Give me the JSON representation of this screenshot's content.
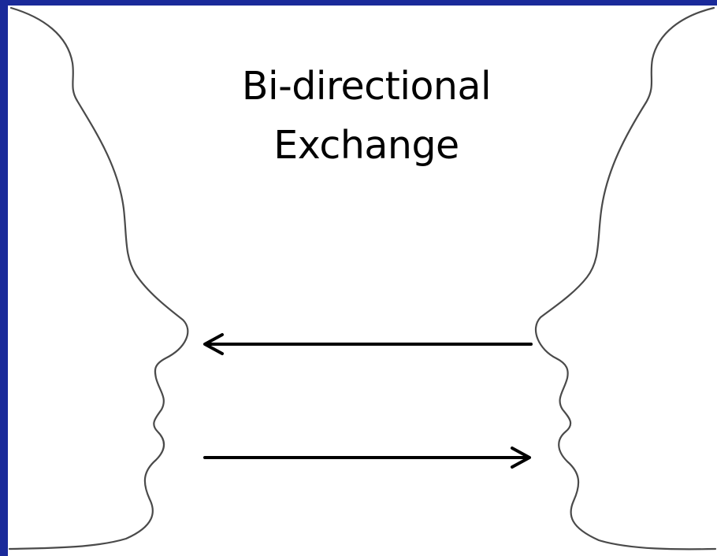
{
  "slide": {
    "title_line_1": "Bi-directional",
    "title_line_2": "Exchange"
  },
  "colors": {
    "frame_blue": "#1a2a9a",
    "outline": "#4a4a4a",
    "arrow": "#000000",
    "background": "#ffffff"
  },
  "figure": {
    "left_profile": "face-profile-facing-right",
    "right_profile": "face-profile-facing-left",
    "top_arrow_direction": "left",
    "bottom_arrow_direction": "right"
  }
}
